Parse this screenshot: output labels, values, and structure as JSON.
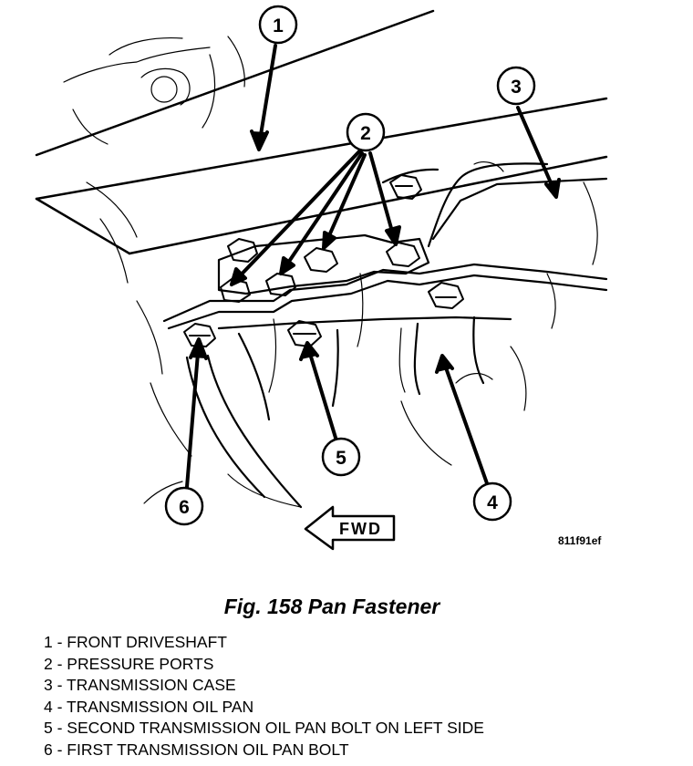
{
  "figure": {
    "code": "811f91ef",
    "fwd_label": "FWD",
    "caption": "Fig. 158 Pan Fastener"
  },
  "callouts": [
    "1",
    "2",
    "3",
    "4",
    "5",
    "6"
  ],
  "legend": [
    "1 - FRONT DRIVESHAFT",
    "2 - PRESSURE PORTS",
    "3 - TRANSMISSION CASE",
    "4 - TRANSMISSION OIL PAN",
    "5 - SECOND TRANSMISSION OIL PAN BOLT ON LEFT SIDE",
    "6 - FIRST TRANSMISSION OIL PAN BOLT"
  ]
}
